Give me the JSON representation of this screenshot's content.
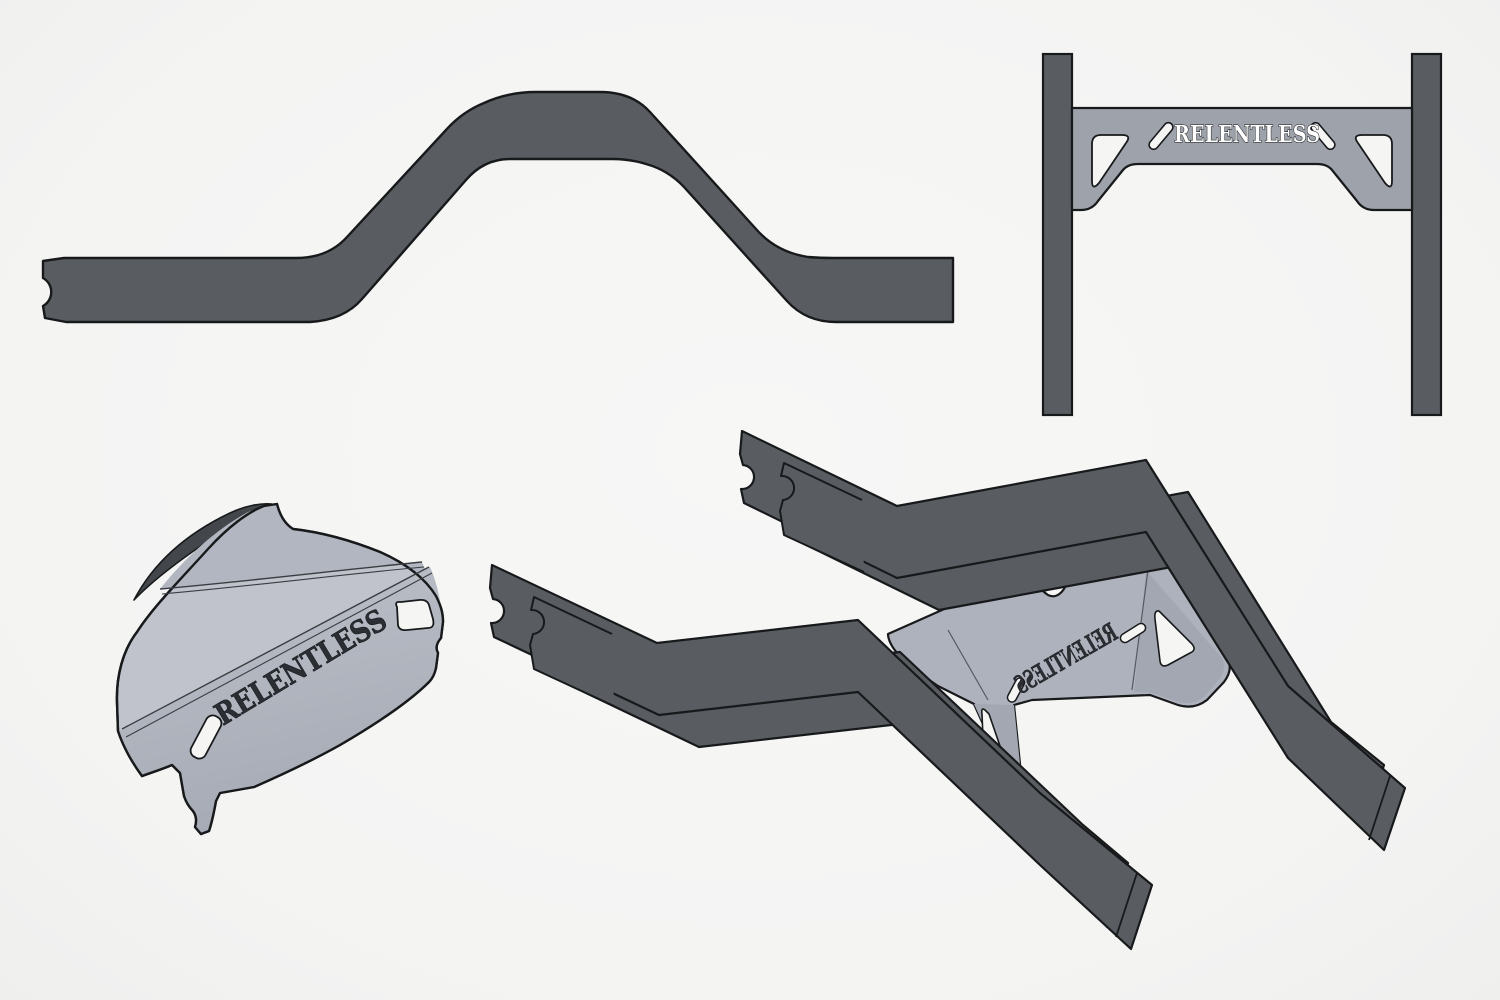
{
  "canvas": {
    "background": "#f5f5f4"
  },
  "colors": {
    "steel_dark": "#595d62",
    "steel_dark_edge": "#17191b",
    "plate_top_view": "#9ea3ab",
    "plate3d_main": "#c0c3cb",
    "plate3d_flange": "#b2b6c0",
    "plate3d_bottom_shade": "#a7acb6",
    "plate3d_edge_sliver": "#43474c",
    "plate_assembly": "#aeb2bc",
    "plate_assembly_shade": "#a2a7b2",
    "cutout_background": "#f5f5f4",
    "logo_cut_fill": "#ffffff",
    "logo_emboss_fill": "#2b2e33"
  },
  "views": {
    "top_view": {
      "logo_text": "RELENTLESS"
    },
    "plate_3d": {
      "logo_text": "RELENTLESS"
    },
    "assembly": {
      "logo_text": "RELENTLESS"
    }
  }
}
